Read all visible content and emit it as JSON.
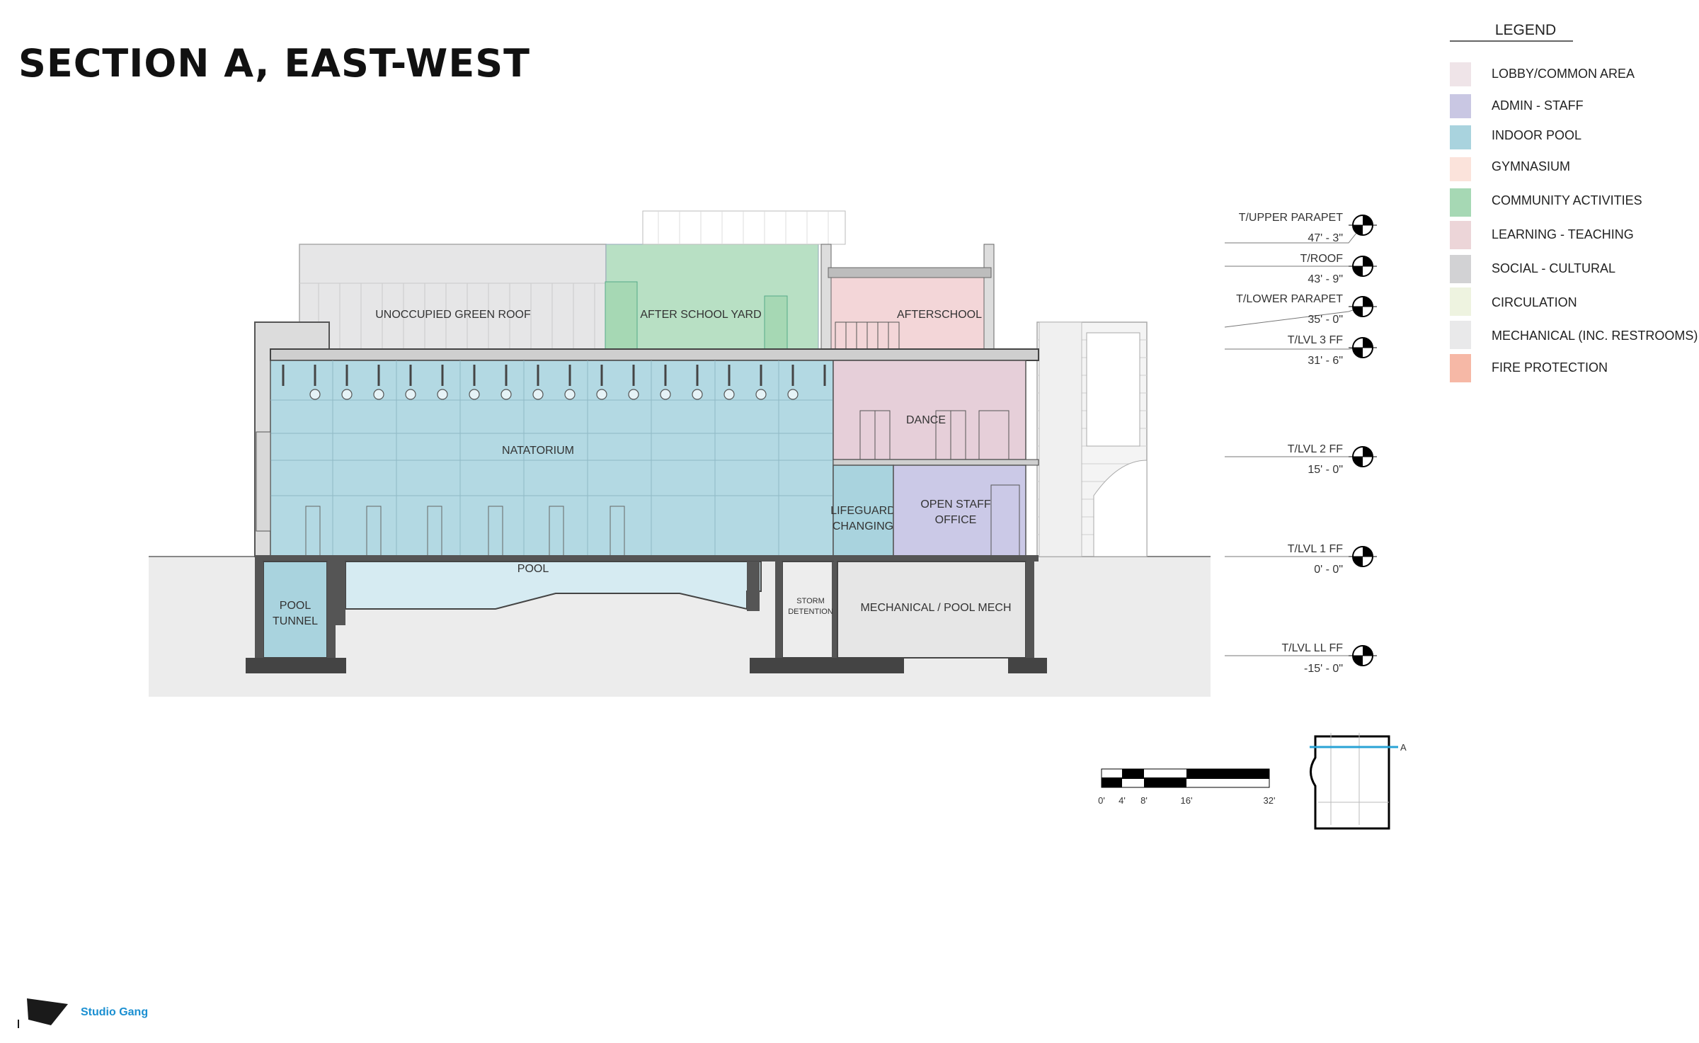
{
  "title": "SECTION A, EAST-WEST",
  "legend": {
    "title": "LEGEND",
    "items": [
      {
        "label": "LOBBY/COMMON AREA",
        "color": "#efe4e8"
      },
      {
        "label": "ADMIN - STAFF",
        "color": "#c9c7e3"
      },
      {
        "label": "INDOOR POOL",
        "color": "#a9d3de"
      },
      {
        "label": "GYMNASIUM",
        "color": "#fbe3db"
      },
      {
        "label": "COMMUNITY ACTIVITIES",
        "color": "#a6d8b4"
      },
      {
        "label": "LEARNING - TEACHING",
        "color": "#ecd5d8"
      },
      {
        "label": "SOCIAL - CULTURAL",
        "color": "#d2d2d4"
      },
      {
        "label": "CIRCULATION",
        "color": "#eef3e0"
      },
      {
        "label": "MECHANICAL (INC. RESTROOMS)",
        "color": "#e9e9ea"
      },
      {
        "label": "FIRE PROTECTION",
        "color": "#f6b8a6"
      }
    ]
  },
  "rooms": {
    "green_roof": "UNOCCUPIED GREEN ROOF",
    "after_school_yard": "AFTER SCHOOL YARD",
    "afterschool": "AFTERSCHOOL",
    "natatorium": "NATATORIUM",
    "dance": "DANCE",
    "lifeguard_1": "LIFEGUARD",
    "lifeguard_2": "CHANGING",
    "open_staff_1": "OPEN STAFF",
    "open_staff_2": "OFFICE",
    "pool": "POOL",
    "pool_tunnel_1": "POOL",
    "pool_tunnel_2": "TUNNEL",
    "storm_1": "STORM",
    "storm_2": "DETENTION",
    "mech": "MECHANICAL / POOL MECH"
  },
  "levels": [
    {
      "name": "T/UPPER PARAPET",
      "elevation": "47' - 3\""
    },
    {
      "name": "T/ROOF",
      "elevation": "43' - 9\""
    },
    {
      "name": "T/LOWER PARAPET",
      "elevation": "35' - 0\""
    },
    {
      "name": "T/LVL 3 FF",
      "elevation": "31' - 6\""
    },
    {
      "name": "T/LVL 2 FF",
      "elevation": "15' - 0\""
    },
    {
      "name": "T/LVL 1 FF",
      "elevation": "0' - 0\""
    },
    {
      "name": "T/LVL LL FF",
      "elevation": "-15' - 0\""
    }
  ],
  "scale_bar": {
    "ticks": [
      "0'",
      "4'",
      "8'",
      "16'",
      "32'"
    ]
  },
  "key_plan": {
    "marker": "A"
  },
  "brand": "Studio Gang"
}
